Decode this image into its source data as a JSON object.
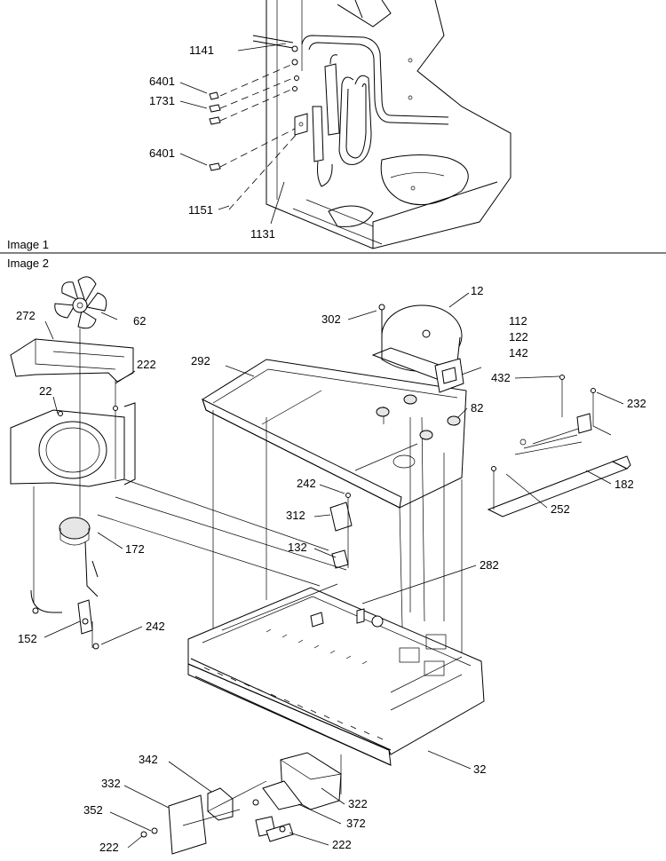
{
  "sections": [
    {
      "id": "image1",
      "title": "Image 1"
    },
    {
      "id": "image2",
      "title": "Image 2"
    }
  ],
  "callouts": {
    "image1": [
      "1141",
      "6401",
      "1731",
      "6401",
      "1151",
      "1131"
    ],
    "image2": [
      "272",
      "62",
      "222",
      "22",
      "172",
      "152",
      "242",
      "292",
      "302",
      "12",
      "112",
      "122",
      "142",
      "432",
      "232",
      "82",
      "182",
      "252",
      "242",
      "312",
      "132",
      "282",
      "32",
      "342",
      "332",
      "352",
      "222",
      "372",
      "322",
      "222"
    ]
  }
}
